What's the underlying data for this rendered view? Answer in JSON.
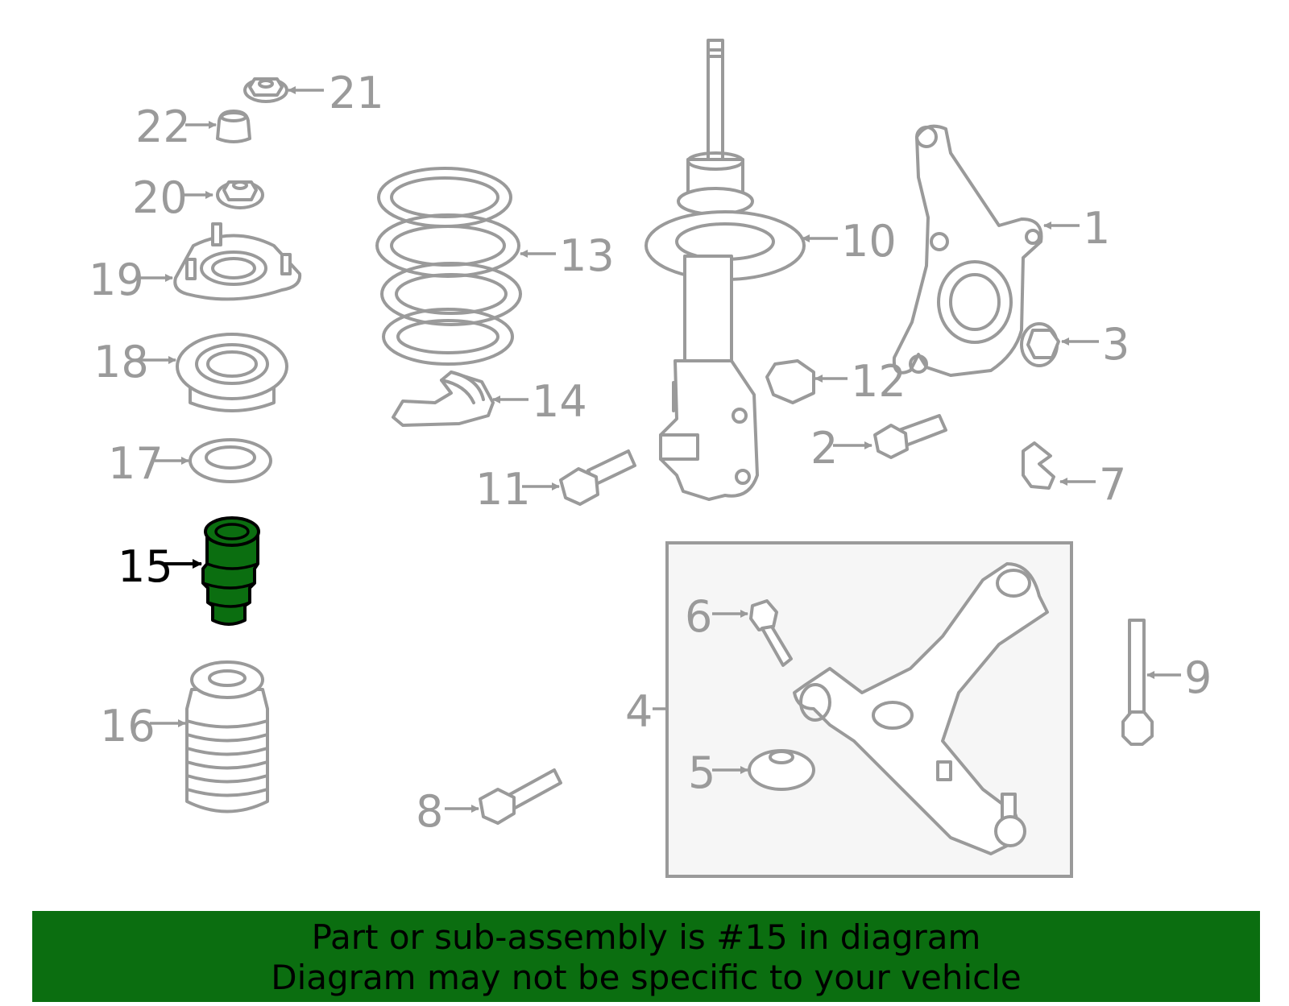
{
  "callouts": {
    "c1": "1",
    "c2": "2",
    "c3": "3",
    "c4": "4",
    "c5": "5",
    "c6": "6",
    "c7": "7",
    "c8": "8",
    "c9": "9",
    "c10": "10",
    "c11": "11",
    "c12": "12",
    "c13": "13",
    "c14": "14",
    "c15": "15",
    "c16": "16",
    "c17": "17",
    "c18": "18",
    "c19": "19",
    "c20": "20",
    "c21": "21",
    "c22": "22"
  },
  "highlighted_part": "15",
  "colors": {
    "highlight": "#0b6e10",
    "line": "#9a9a9a",
    "banner": "#0b6e10"
  },
  "footer": {
    "line1": "Part or sub-assembly is #15 in diagram",
    "line2": "Diagram may not be specific to your vehicle"
  }
}
